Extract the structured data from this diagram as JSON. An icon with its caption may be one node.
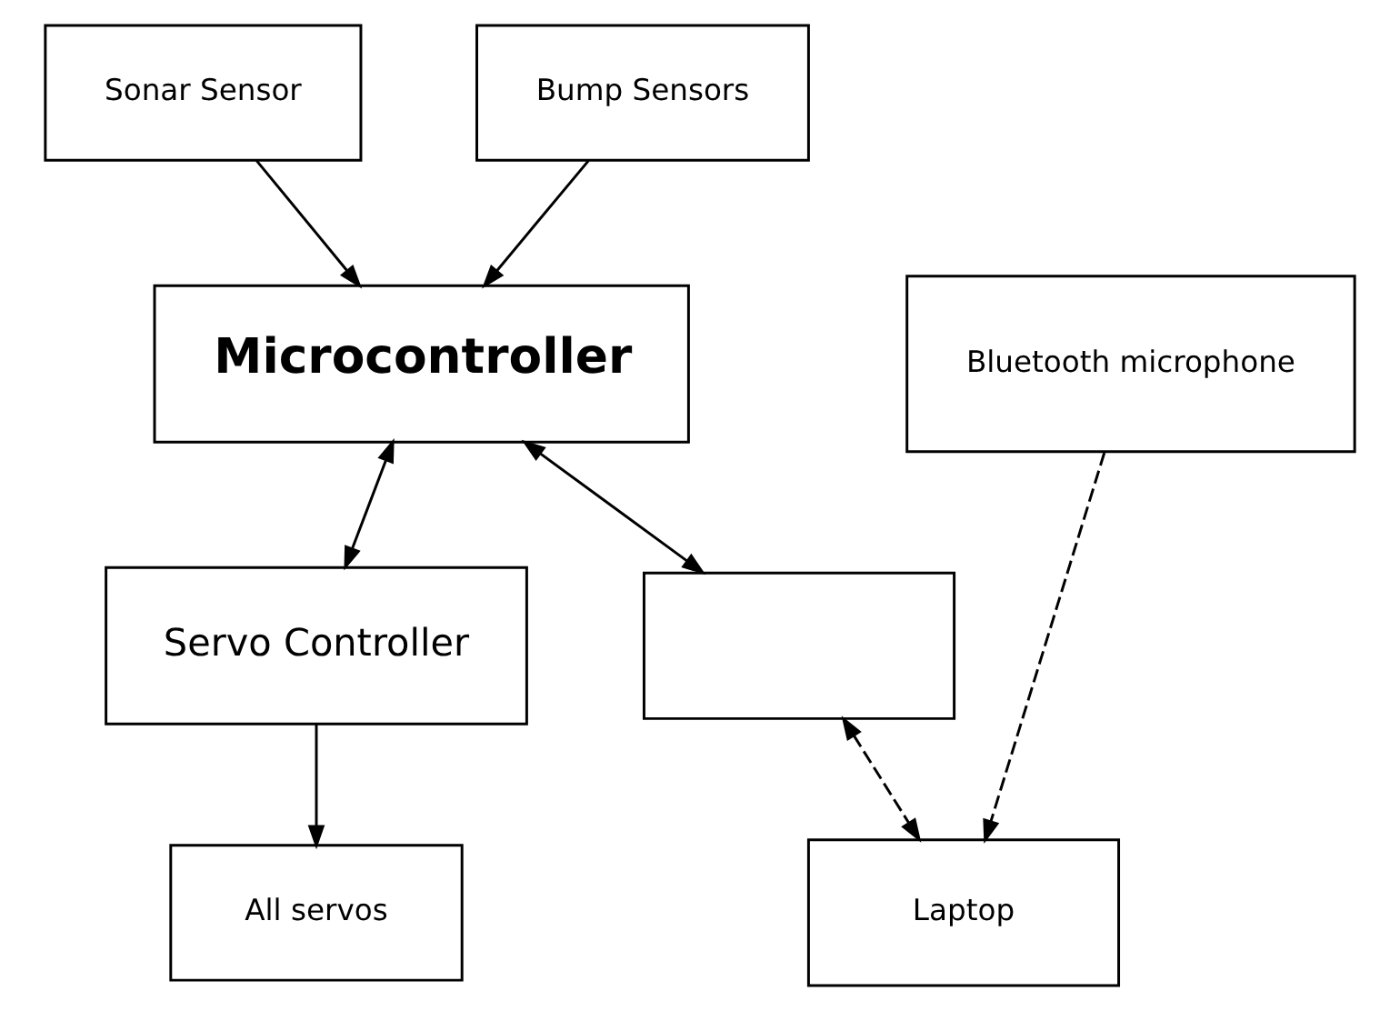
{
  "diagram": {
    "nodes": [
      {
        "text": [
          "Sonar Sensor"
        ]
      },
      {
        "text": [
          "Bump Sensors"
        ]
      },
      {
        "text": [
          "Microcontroller"
        ]
      },
      {
        "text": [
          "Bluetooth microphone"
        ]
      },
      {
        "text": [
          "Servo Controller"
        ]
      },
      {
        "text": [],
        "shape": "box"
      },
      {
        "text": [
          "All servos"
        ]
      },
      {
        "text": [
          "Laptop"
        ]
      }
    ],
    "edges": [
      {
        "from": 0,
        "to": 2,
        "arrow": "to"
      },
      {
        "from": 1,
        "to": 2,
        "arrow": "to"
      },
      {
        "from": 4,
        "to": 2,
        "arrow": "both"
      },
      {
        "from": 2,
        "to": 5,
        "arrow": "both"
      },
      {
        "from": 4,
        "to": 6,
        "arrow": "to"
      },
      {
        "from": 5,
        "to": 7,
        "arrow": "both",
        "style": "dashed"
      },
      {
        "from": 3,
        "to": 7,
        "arrow": "to",
        "style": "dashed"
      }
    ]
  }
}
